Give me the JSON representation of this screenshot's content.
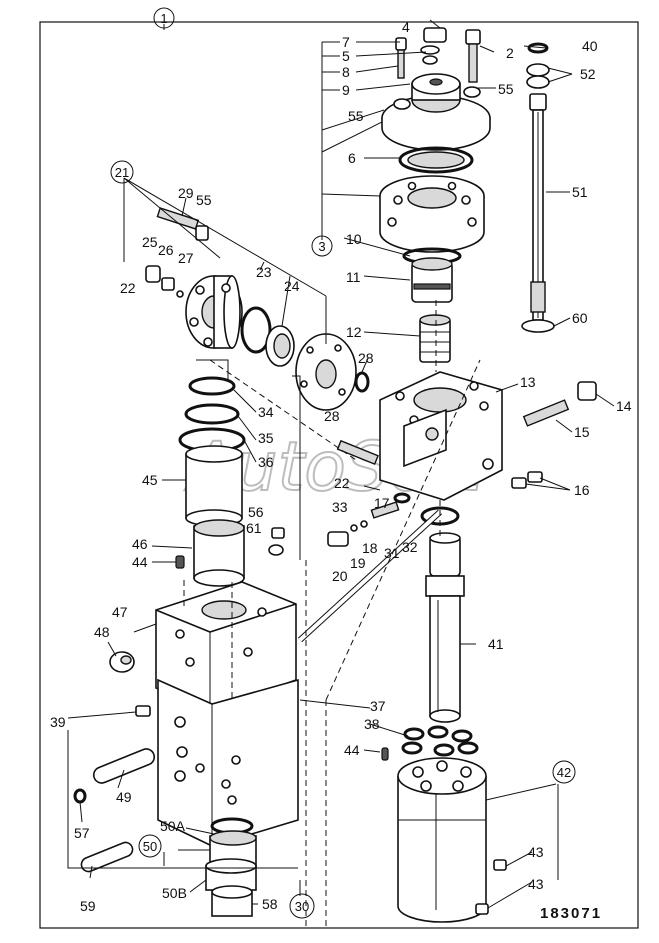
{
  "drawing_number": "183071",
  "watermark": "AutoSoft",
  "assembly_ref": "1",
  "circled_refs": [
    "1",
    "3",
    "21",
    "30",
    "42",
    "50"
  ],
  "part_labels": [
    "2",
    "4",
    "5",
    "6",
    "7",
    "8",
    "9",
    "10",
    "11",
    "12",
    "13",
    "14",
    "15",
    "16",
    "17",
    "18",
    "19",
    "20",
    "22",
    "22",
    "23",
    "24",
    "25",
    "26",
    "27",
    "28",
    "28",
    "29",
    "31",
    "32",
    "33",
    "34",
    "35",
    "36",
    "37",
    "38",
    "39",
    "40",
    "41",
    "43",
    "43",
    "44",
    "44",
    "45",
    "46",
    "47",
    "48",
    "49",
    "50A",
    "50B",
    "51",
    "52",
    "55",
    "55",
    "55",
    "56",
    "57",
    "58",
    "59",
    "60",
    "61"
  ]
}
